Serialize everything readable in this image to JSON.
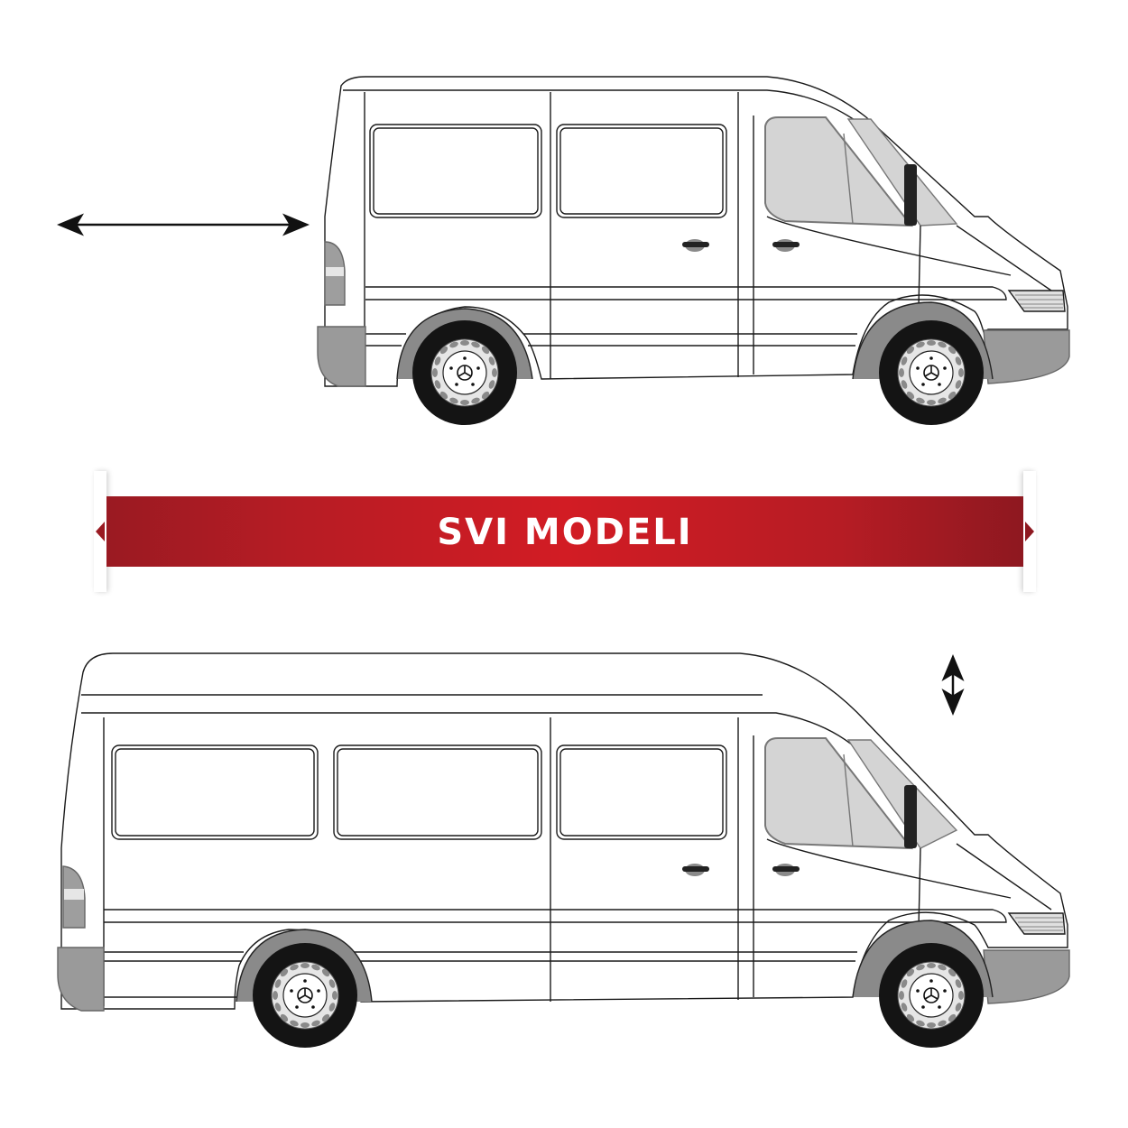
{
  "banner": {
    "label": "SVI MODELI",
    "color_start": "#9a1a22",
    "color_center": "#d21c24",
    "text_color": "#ffffff"
  },
  "vans": [
    {
      "name": "short-wheelbase-standard-roof-van",
      "indicator": "length-arrow-horizontal",
      "side_windows": 2
    },
    {
      "name": "long-wheelbase-high-roof-van",
      "indicator": "height-arrow-vertical",
      "side_windows": 3
    }
  ],
  "colors": {
    "outline": "#1a1a1a",
    "glass": "#d4d4d4",
    "bumper": "#9a9a9a",
    "tire": "#141414",
    "rim": "#e6e6e6"
  }
}
